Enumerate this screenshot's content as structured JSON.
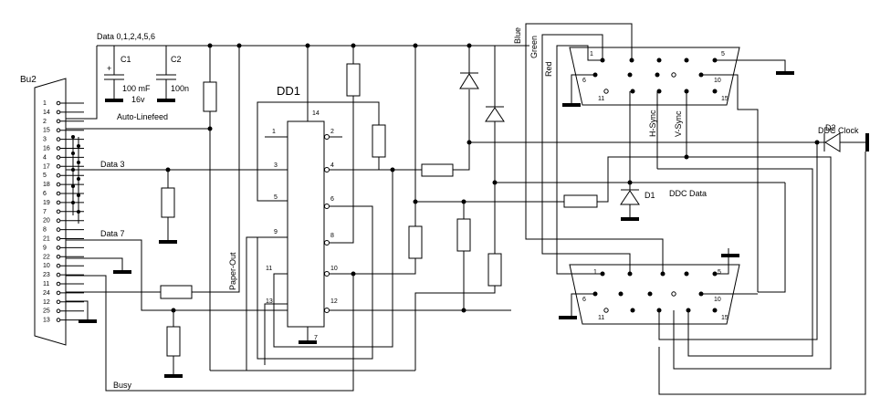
{
  "labels": {
    "connector": "Bu2",
    "data_bus": "Data 0,1,2,4,5,6",
    "ic": "DD1",
    "c1": "C1",
    "c1_plus": "+",
    "c1_value": "100 mF",
    "c1_voltage": "16v",
    "c2": "C2",
    "c2_value": "100n",
    "auto_linefeed": "Auto-Linefeed",
    "data3": "Data 3",
    "data7": "Data 7",
    "paper_out": "Paper-Out",
    "busy": "Busy",
    "blue": "Blue",
    "green": "Green",
    "red": "Red",
    "hsync": "H-Sync",
    "vsync": "V-Sync",
    "ddc_clock": "DDC Clock",
    "ddc_data": "DDC Data",
    "d1": "D1",
    "d2": "D2"
  },
  "db25_pins": [
    "1",
    "14",
    "2",
    "15",
    "3",
    "16",
    "4",
    "17",
    "5",
    "18",
    "6",
    "19",
    "7",
    "20",
    "8",
    "21",
    "9",
    "22",
    "10",
    "23",
    "11",
    "24",
    "12",
    "25",
    "13"
  ],
  "ic_pins": {
    "p1": "1",
    "p2": "2",
    "p3": "3",
    "p4": "4",
    "p5": "5",
    "p6": "6",
    "p7": "7",
    "p8": "8",
    "p9": "9",
    "p10": "10",
    "p11": "11",
    "p12": "12",
    "p13": "13",
    "p14": "14"
  },
  "vga_pins": {
    "p1": "1",
    "p5": "5",
    "p6": "6",
    "p10": "10",
    "p11": "11",
    "p15": "15"
  }
}
